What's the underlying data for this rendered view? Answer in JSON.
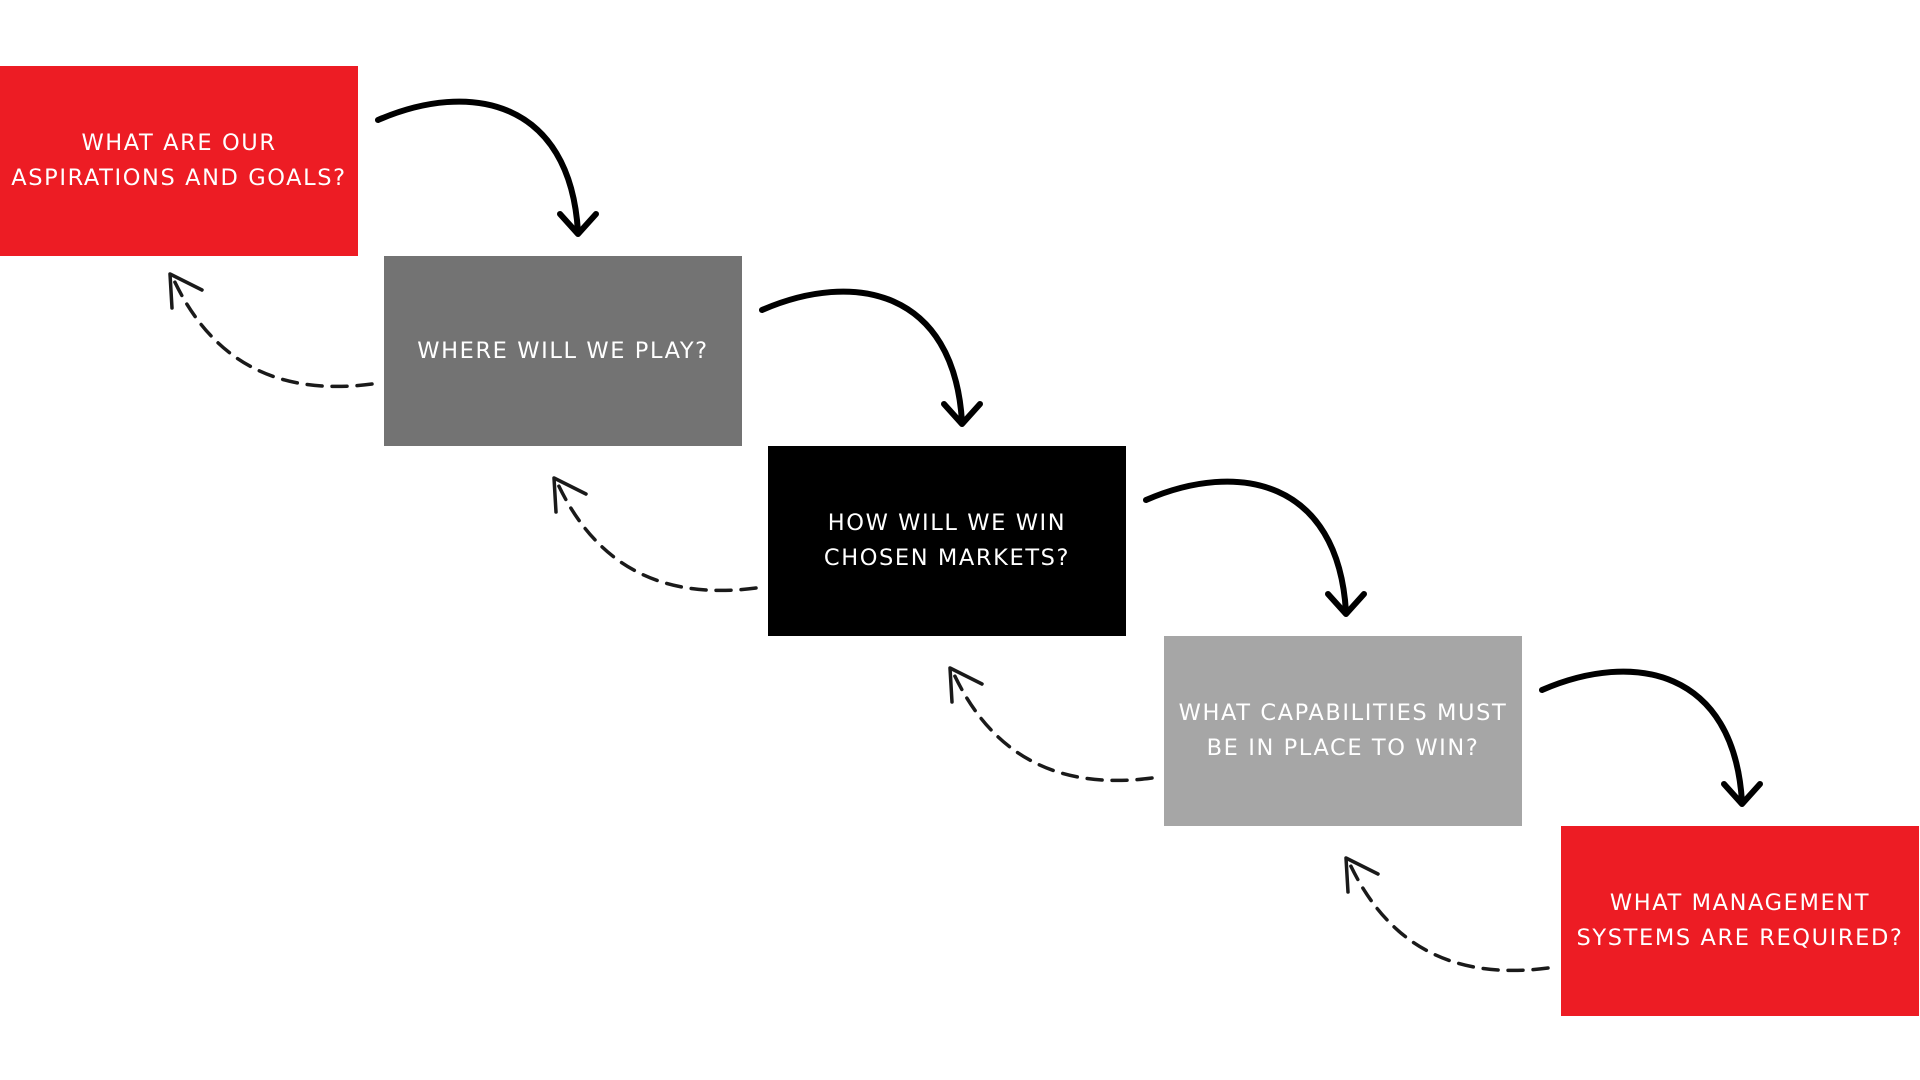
{
  "steps": [
    {
      "label": "WHAT ARE OUR\nASPIRATIONS AND GOALS?",
      "color": "#ed1c24"
    },
    {
      "label": "WHERE WILL WE PLAY?",
      "color": "#737373"
    },
    {
      "label": "HOW WILL WE WIN\nCHOSEN MARKETS?",
      "color": "#000000"
    },
    {
      "label": "WHAT CAPABILITIES MUST\nBE IN PLACE TO WIN?",
      "color": "#a6a6a6"
    },
    {
      "label": "WHAT MANAGEMENT\nSYSTEMS ARE REQUIRED?",
      "color": "#ed1c24"
    }
  ],
  "connectors": {
    "forward": {
      "style": "solid",
      "color": "#000000",
      "count": 4
    },
    "backward": {
      "style": "dashed",
      "color": "#1a1a1a",
      "count": 4
    }
  }
}
